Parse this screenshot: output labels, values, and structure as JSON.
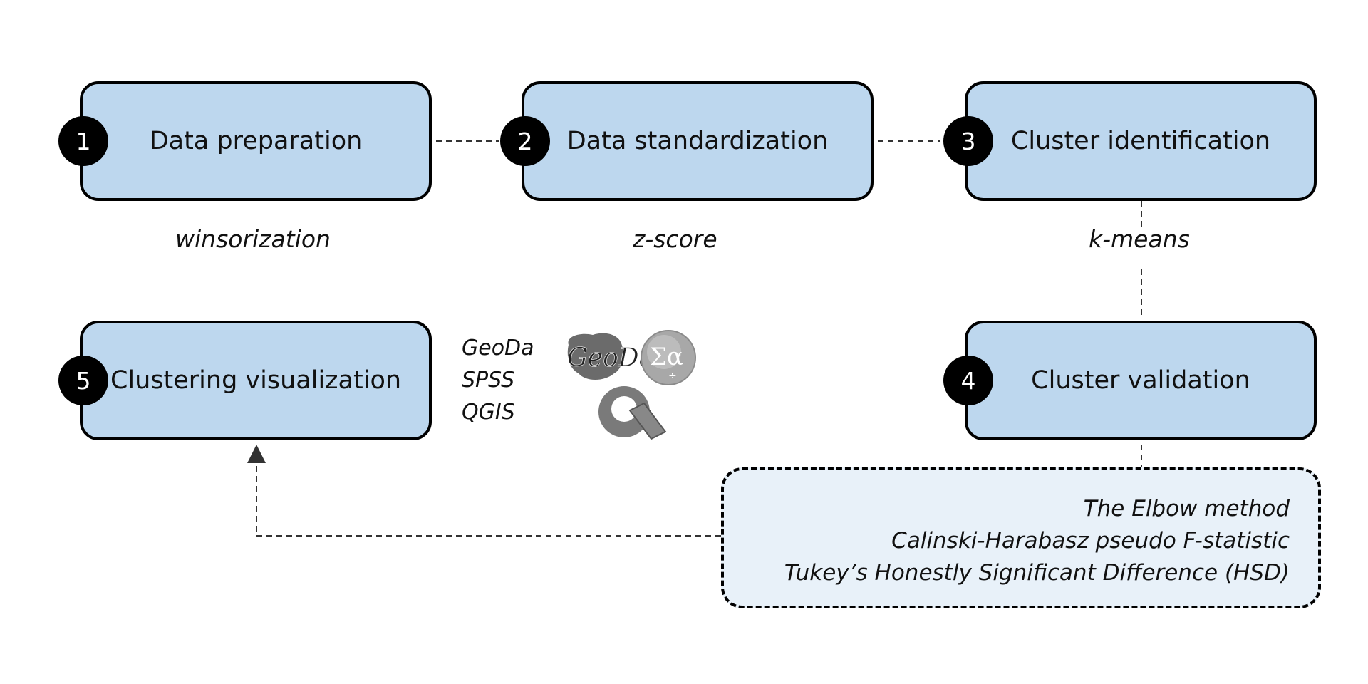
{
  "steps": [
    {
      "number": "1",
      "label": "Data preparation"
    },
    {
      "number": "2",
      "label": "Data standardization"
    },
    {
      "number": "3",
      "label": "Cluster identification"
    },
    {
      "number": "4",
      "label": "Cluster validation"
    },
    {
      "number": "5",
      "label": "Clustering visualization"
    }
  ],
  "methods": {
    "step1": "winsorization",
    "step2": "z-score",
    "step3": "k-means"
  },
  "tools": [
    "GeoDa",
    "SPSS",
    "QGIS"
  ],
  "logos": {
    "geoda": "GeoDa",
    "spss_symbols": "Σα"
  },
  "validation_methods": [
    "The Elbow method",
    "Calinski-Harabasz pseudo F-statistic",
    "Tukey’s Honestly Significant Difference (HSD)"
  ],
  "colors": {
    "box_fill": "#bdd7ee",
    "validation_fill": "#e8f1f9",
    "badge": "#000000"
  }
}
